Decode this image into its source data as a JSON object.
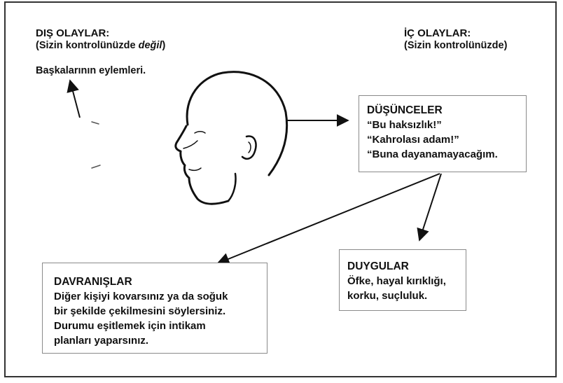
{
  "external": {
    "title": "DIŞ OLAYLAR:",
    "subtitle_prefix": "(Sizin kontrolünüzde ",
    "subtitle_emph": "değil",
    "subtitle_suffix": ")",
    "example": "Başkalarının eylemleri."
  },
  "internal": {
    "title": "İÇ OLAYLAR:",
    "subtitle": "(Sizin kontrolünüzde)"
  },
  "thoughts": {
    "title": "DÜŞÜNCELER",
    "lines": [
      "“Bu haksızlık!”",
      "“Kahrolası adam!”",
      "“Buna dayanamayacağım."
    ]
  },
  "emotions": {
    "title": "DUYGULAR",
    "lines": [
      "Öfke, hayal kırıklığı,",
      "korku, suçluluk."
    ]
  },
  "behaviors": {
    "title": "DAVRANIŞLAR",
    "lines": [
      "Diğer kişiyi kovarsınız ya da soğuk",
      "bir şekilde çekilmesini söylersiniz.",
      "Durumu eşitlemek için intikam",
      "planları yaparsınız."
    ]
  },
  "colors": {
    "ink": "#111111",
    "box_border": "#8a8a8a",
    "frame": "#333333"
  }
}
